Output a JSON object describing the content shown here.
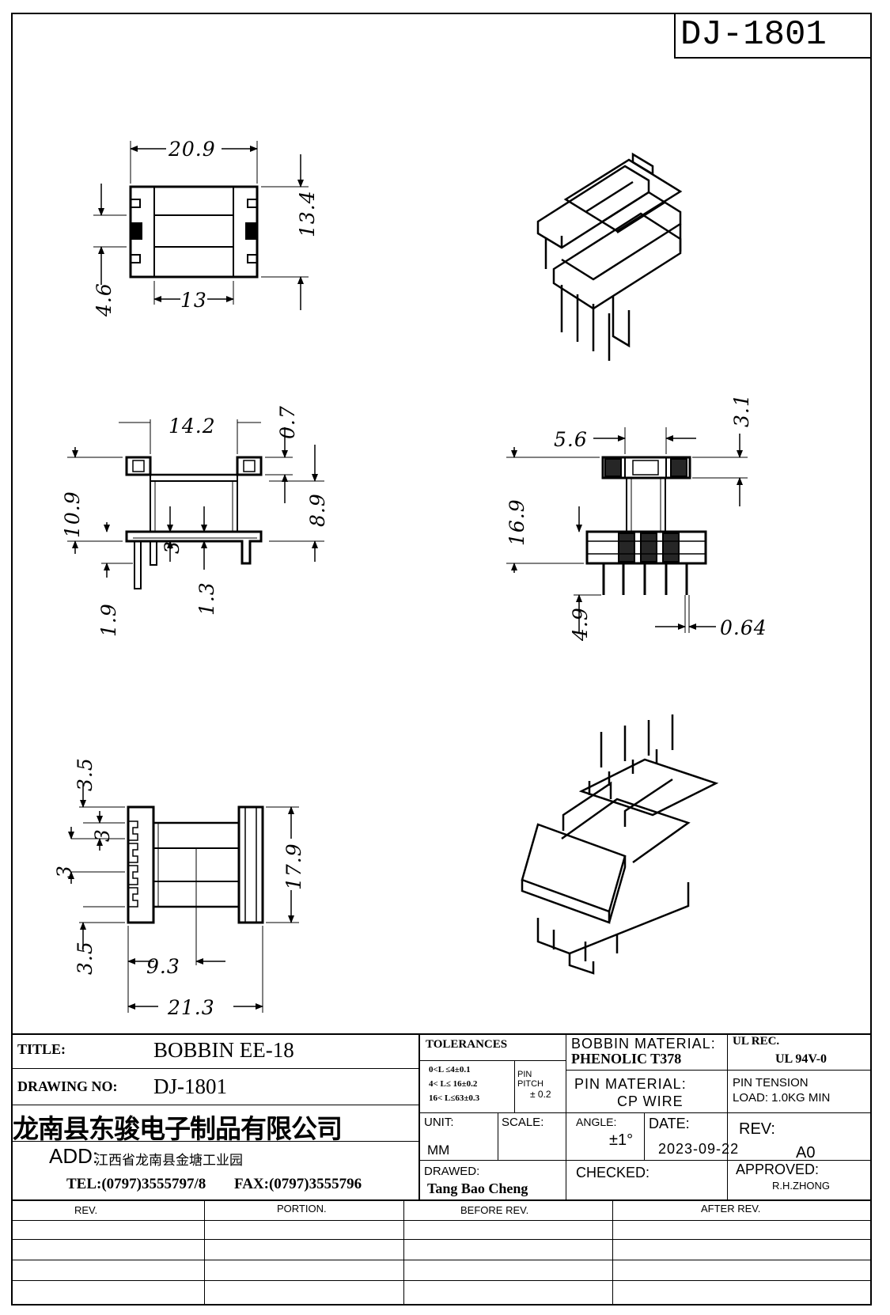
{
  "drawing_no_top": "DJ-1801",
  "dims": {
    "top_width": "20.9",
    "top_height": "13.4",
    "top_inner": "13",
    "top_left": "4.6",
    "front_width": "14.2",
    "front_flange": "0.7",
    "front_height": "10.9",
    "front_right": "8.9",
    "front_pin_gap": "3",
    "front_pin_len": "1.9",
    "front_pin_off": "1.3",
    "side_flange": "5.6",
    "side_top": "3.1",
    "side_height": "16.9",
    "side_pin_len": "4.9",
    "side_pin_dia": "0.64",
    "bottom_a": "3.5",
    "bottom_b": "3",
    "bottom_c": "3",
    "bottom_d": "3.5",
    "bottom_height": "17.9",
    "bottom_half": "9.3",
    "bottom_width": "21.3"
  },
  "title_block": {
    "title_label": "TITLE:",
    "title_value": "BOBBIN EE-18",
    "drawing_label": "DRAWING NO:",
    "drawing_value": "DJ-1801",
    "company": "龙南县东骏电子制品有限公司",
    "add_label": "ADD:",
    "add_value": "江西省龙南县金塘工业园",
    "tel": "TEL:(0797)3555797/8",
    "fax": "FAX:(0797)3555796",
    "tolerances_label": "TOLERANCES",
    "tol_line1": "0<L ≤4±0.1",
    "tol_line2": "4< L≤ 16±0.2",
    "tol_line3": "16< L≤63±0.3",
    "pin_pitch_label_1": "PIN",
    "pin_pitch_label_2": "PITCH",
    "pin_pitch_value": "± 0.2",
    "unit_label": "UNIT:",
    "unit_value": "MM",
    "scale_label": "SCALE:",
    "drawed_label": "DRAWED:",
    "drawed_value": "Tang Bao Cheng",
    "bobbin_material_label": "BOBBIN MATERIAL:",
    "bobbin_material_value": "PHENOLIC T378",
    "ul_label": "UL REC.",
    "ul_value": "UL  94V-0",
    "pin_material_label": "PIN MATERIAL:",
    "pin_material_value": "CP WIRE",
    "pin_tension_label": "PIN TENSION",
    "pin_tension_value": "LOAD:  1.0KG MIN",
    "angle_label": "ANGLE:",
    "angle_value": "±1°",
    "date_label": "DATE:",
    "date_value": "2023-09-22",
    "rev_label": "REV:",
    "rev_value": "A0",
    "checked_label": "CHECKED:",
    "approved_label": "APPROVED:",
    "approved_value": "R.H.ZHONG",
    "rev_col": "REV.",
    "portion_col": "PORTION.",
    "before_col": "BEFORE REV.",
    "after_col": "AFTER REV."
  }
}
